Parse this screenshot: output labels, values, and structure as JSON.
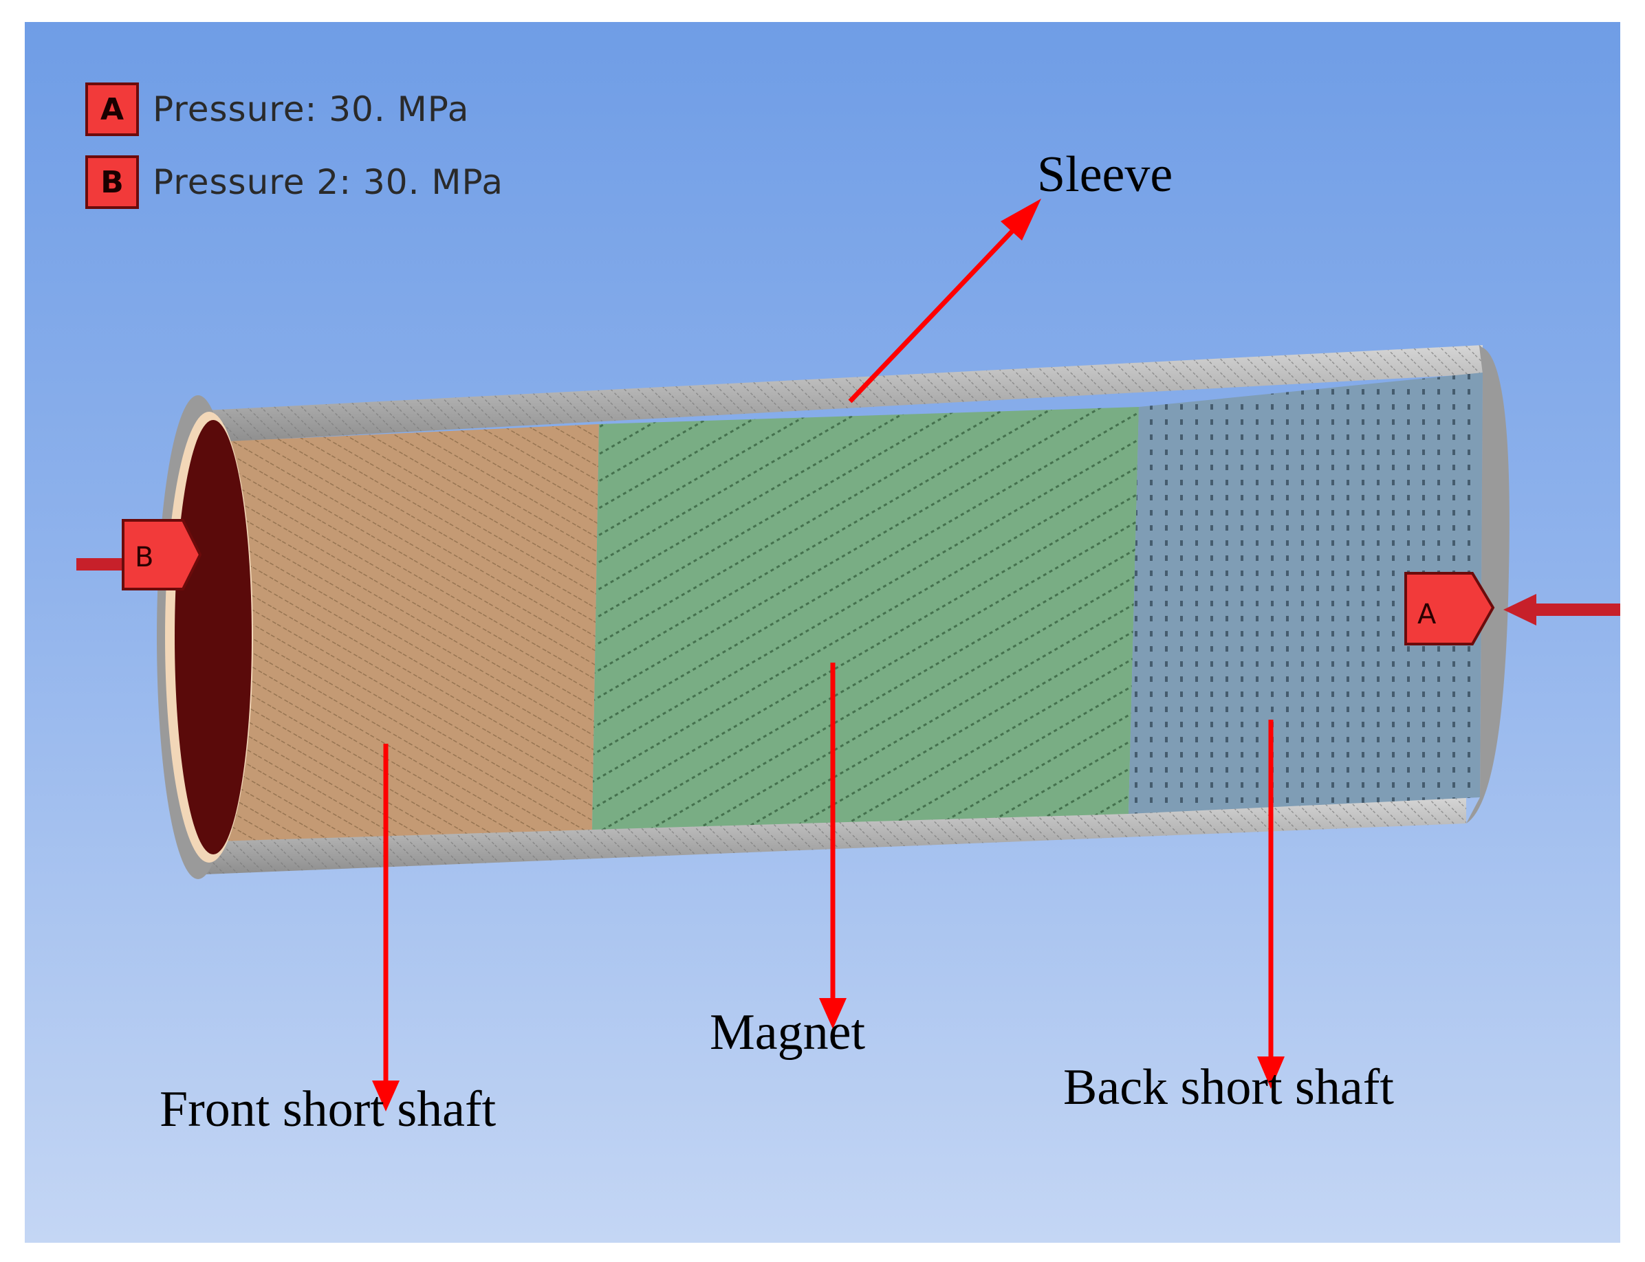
{
  "legend": [
    {
      "key": "A",
      "text": "Pressure: 30. MPa"
    },
    {
      "key": "B",
      "text": "Pressure 2: 30. MPa"
    }
  ],
  "labels": {
    "sleeve": "Sleeve",
    "magnet": "Magnet",
    "front_shaft": "Front short shaft",
    "back_shaft": "Back short shaft"
  },
  "load_tags": {
    "left": "B",
    "right": "A"
  },
  "colors": {
    "front_shaft": "#c49a74",
    "magnet": "#79ad84",
    "back_shaft": "#7f9db5",
    "sleeve": "#a8a8a8",
    "end_cap": "#5a0a0a",
    "arrow": "#ff0000",
    "tag": "#f23a3a"
  }
}
